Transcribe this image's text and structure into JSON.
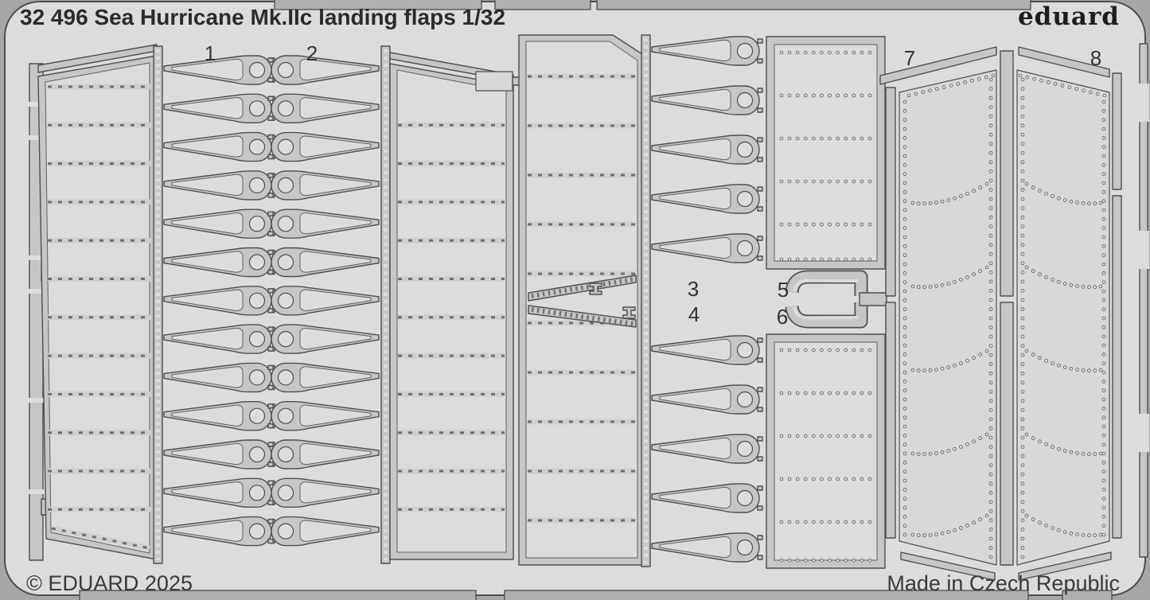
{
  "header": {
    "title": "32 496 Sea Hurricane Mk.IIc landing flaps  1/32",
    "brand": "eduard"
  },
  "product": {
    "code": "32 496",
    "subject": "Sea Hurricane Mk.IIc landing flaps",
    "scale": "1/32"
  },
  "footer": {
    "copyright": "© EDUARD 2025",
    "origin": "Made in Czech Republic"
  },
  "part_labels": [
    "1",
    "2",
    "3",
    "4",
    "5",
    "6",
    "7",
    "8"
  ],
  "colors": {
    "margin": "#a7a7a7",
    "sheet": "#dcdcdc",
    "part": "#c6c6c6",
    "plate": "#d8d8d8",
    "tab": "#b0b0b0",
    "outline": "#4f4f4f",
    "ink": "#2b2b2b"
  }
}
